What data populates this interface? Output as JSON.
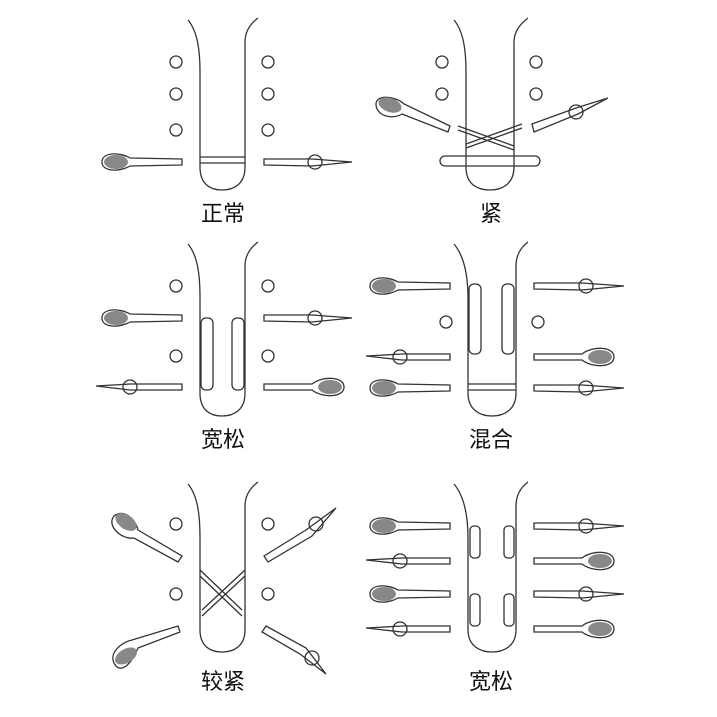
{
  "panels": [
    {
      "id": "p1",
      "caption": "正常",
      "style": "normal"
    },
    {
      "id": "p2",
      "caption": "紧",
      "style": "tight"
    },
    {
      "id": "p3",
      "caption": "宽松",
      "style": "loose"
    },
    {
      "id": "p4",
      "caption": "混合",
      "style": "mixed"
    },
    {
      "id": "p5",
      "caption": "较紧",
      "style": "tighter"
    },
    {
      "id": "p6",
      "caption": "宽松",
      "style": "loose-full"
    }
  ]
}
